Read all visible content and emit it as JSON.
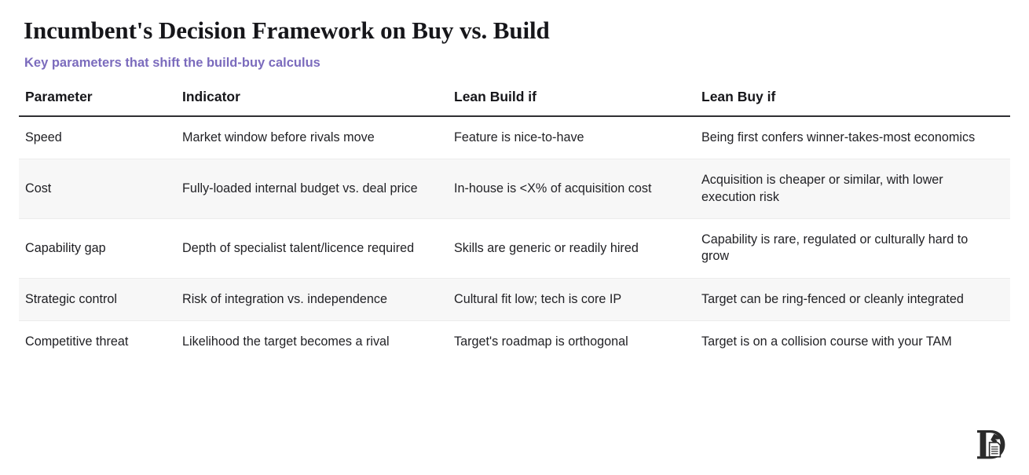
{
  "header": {
    "title": "Incumbent's Decision Framework on Buy vs. Build",
    "subtitle": "Key parameters that shift the build-buy calculus",
    "subtitle_color": "#7b6bbd",
    "title_color": "#16161a"
  },
  "table": {
    "columns": [
      {
        "key": "parameter",
        "label": "Parameter"
      },
      {
        "key": "indicator",
        "label": "Indicator"
      },
      {
        "key": "lean_build",
        "label": "Lean Build if"
      },
      {
        "key": "lean_buy",
        "label": "Lean Buy if"
      }
    ],
    "stripe_color": "#f7f7f7",
    "header_rule_color": "#2f2f33",
    "row_divider_color": "#ececec",
    "rows": [
      {
        "parameter": "Speed",
        "indicator": "Market window before rivals move",
        "lean_build": "Feature is nice-to-have",
        "lean_buy": "Being first confers winner-takes-most economics"
      },
      {
        "parameter": "Cost",
        "indicator": "Fully-loaded internal budget vs. deal price",
        "lean_build": "In-house is <X% of acquisition cost",
        "lean_buy": "Acquisition is cheaper or similar, with lower execution risk"
      },
      {
        "parameter": "Capability gap",
        "indicator": "Depth of specialist talent/licence required",
        "lean_build": "Skills are generic or readily hired",
        "lean_buy": "Capability is rare, regulated or culturally hard to grow"
      },
      {
        "parameter": "Strategic control",
        "indicator": "Risk of integration vs. independence",
        "lean_build": "Cultural fit low; tech is core IP",
        "lean_buy": "Target can be ring-fenced or cleanly integrated"
      },
      {
        "parameter": "Competitive threat",
        "indicator": "Likelihood the target becomes a rival",
        "lean_build": "Target's roadmap is orthogonal",
        "lean_buy": "Target is on a collision course with your TAM"
      }
    ]
  },
  "footer": {
    "logo_name": "monogram-logo",
    "logo_color": "#2b2b2b"
  }
}
